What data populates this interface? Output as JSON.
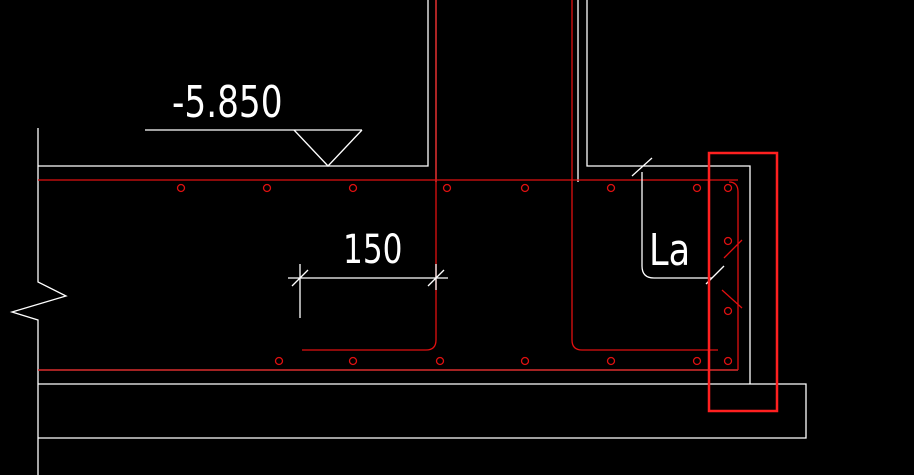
{
  "drawing": {
    "elevation_label": "-5.850",
    "spacing_label": "150",
    "anchorage_label": "La"
  },
  "colors": {
    "background": "#000000",
    "outline": "#ffffff",
    "rebar": "#e01010",
    "highlight": "#ff2020"
  }
}
